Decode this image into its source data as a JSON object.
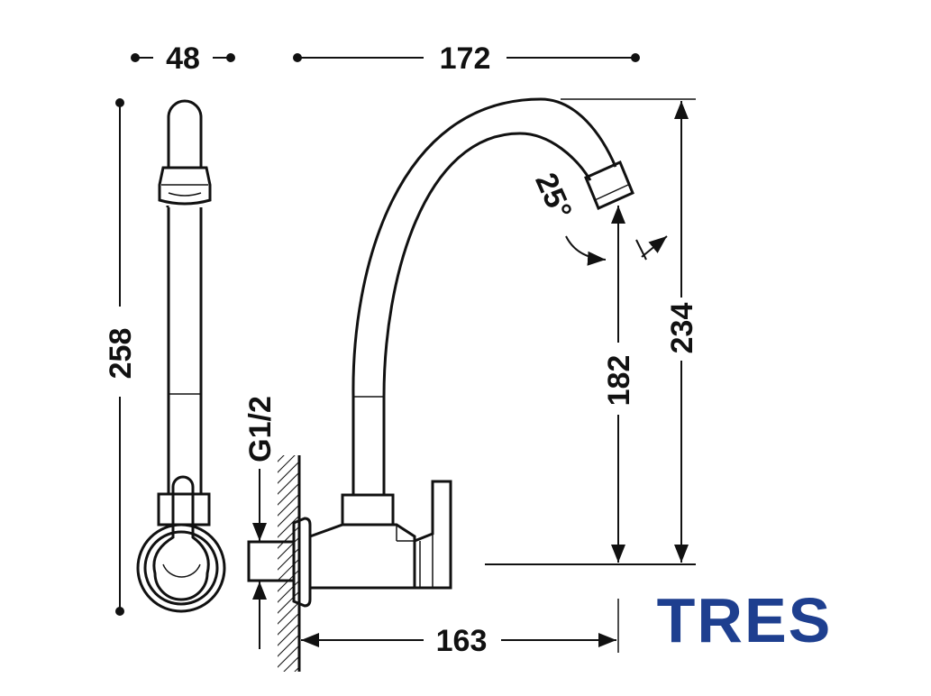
{
  "dimensions": {
    "width_side": "48",
    "width_reach": "172",
    "height_total": "258",
    "height_spout": "234",
    "height_outlet": "182",
    "depth_wall": "163",
    "angle": "25°",
    "thread": "G1/2"
  },
  "brand": {
    "name": "TRES",
    "color": "#1e3f8f"
  }
}
